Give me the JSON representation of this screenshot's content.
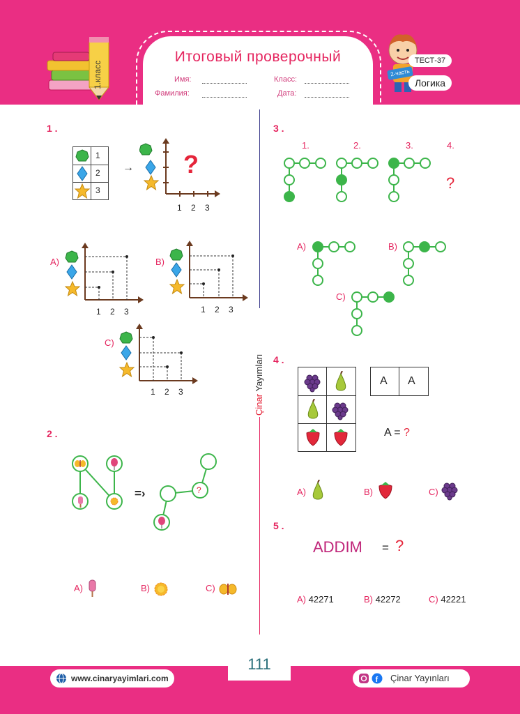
{
  "header": {
    "grade_badge": "1.класс",
    "title": "Итоговый проверочный",
    "name_label": "Имя:",
    "class_label": "Класс:",
    "surname_label": "Фамилия:",
    "date_label": "Дата:",
    "test_label": "ТЕСТ-37",
    "part_label": "2-часть",
    "subject_label": "Логика"
  },
  "q1": {
    "number": "1 .",
    "rows": [
      "1",
      "2",
      "3"
    ],
    "axis_ticks": [
      "1",
      "2",
      "3"
    ],
    "question_mark": "?",
    "options": [
      "A)",
      "B)",
      "C)"
    ]
  },
  "q2": {
    "number": "2 .",
    "arrow": "=›",
    "question_mark": "?",
    "options": [
      "A)",
      "B)",
      "C)"
    ]
  },
  "q3": {
    "number": "3 .",
    "step_labels": [
      "1.",
      "2.",
      "3.",
      "4."
    ],
    "question_mark": "?",
    "options": [
      "A)",
      "B)",
      "C)"
    ]
  },
  "q4": {
    "number": "4 .",
    "cells": [
      "A",
      "A"
    ],
    "equation_lhs": "A =",
    "question_mark": "?",
    "options": [
      "A)",
      "B)",
      "C)"
    ]
  },
  "q5": {
    "number": "5 .",
    "word": "ADDIM",
    "equals": "=",
    "question_mark": "?",
    "options": [
      {
        "label": "A)",
        "value": "42271"
      },
      {
        "label": "B)",
        "value": "42272"
      },
      {
        "label": "C)",
        "value": "42221"
      }
    ]
  },
  "side_text": {
    "part1": "Çinar",
    "part2": "Yayımları"
  },
  "footer": {
    "page_number": "111",
    "website": "www.cinaryayimlari.com",
    "publisher": "Çinar Yayınları"
  },
  "colors": {
    "pink": "#ea2e83",
    "green": "#3cb54a",
    "red": "#e5253a"
  }
}
